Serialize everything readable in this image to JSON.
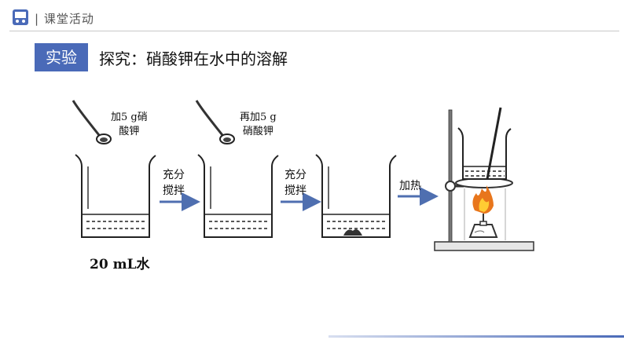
{
  "header": {
    "title": "| 课堂活动",
    "logo_icon": "classroom-icon"
  },
  "tag": "实验",
  "title": "探究：硝酸钾在水中的溶解",
  "labels": {
    "add1": [
      "加5 g硝",
      "酸钾"
    ],
    "add2": [
      "再加5 g",
      "硝酸钾"
    ],
    "stir1": [
      "充分",
      "搅拌"
    ],
    "stir2": [
      "充分",
      "搅拌"
    ],
    "heat": "加热",
    "water": "20 mL水"
  },
  "colors": {
    "accent": "#4a6ab8",
    "arrow": "#4f6fb0",
    "flame": "#e8761c"
  }
}
